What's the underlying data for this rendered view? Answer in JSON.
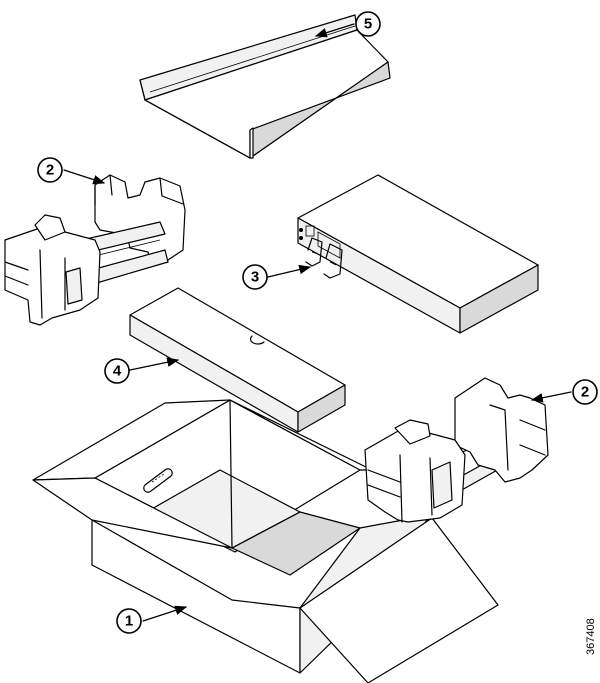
{
  "callouts": {
    "c1": "1",
    "c2_left": "2",
    "c2_right": "2",
    "c3": "3",
    "c4": "4",
    "c5": "5"
  },
  "figure_id": "367408",
  "icons": {
    "arrowhead": "arrow-icon",
    "callout": "numbered-circle"
  }
}
